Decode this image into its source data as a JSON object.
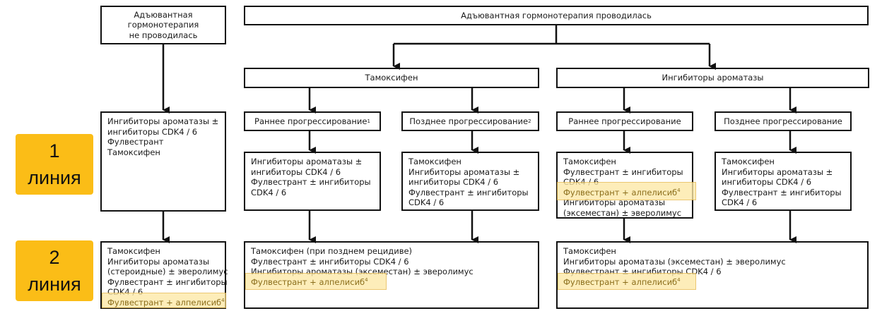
{
  "labels": {
    "line1": {
      "num": "1",
      "word": "линия"
    },
    "line2": {
      "num": "2",
      "word": "линия"
    }
  },
  "nodes": {
    "no_therapy": [
      "Адъювантная",
      "гормонотерапия",
      "не проводилась"
    ],
    "therapy_done": "Адъювантная гормонотерапия проводилась",
    "tamoxifen": "Тамоксифен",
    "ai": "Ингибиторы ароматазы",
    "tam_early": {
      "text": "Раннее прогрессирование",
      "sup": "1"
    },
    "tam_late": {
      "text": "Позднее прогрессирование",
      "sup": "2"
    },
    "ai_early": "Раннее прогрессирование",
    "ai_late": "Позднее прогрессирование"
  },
  "line1_boxes": {
    "no_therapy": [
      "Ингибиторы ароматазы ±",
      "ингибиторы CDK4 / 6",
      "Фулвестрант",
      "Тамоксифен"
    ],
    "tam_early": [
      "Ингибиторы ароматазы ±",
      "ингибиторы CDK4 / 6",
      "Фулвестрант ± ингибиторы",
      "CDK4 / 6"
    ],
    "tam_late": [
      "Тамоксифен",
      "Ингибиторы ароматазы ±",
      "ингибиторы CDK4 / 6",
      "Фулвестрант ± ингибиторы",
      "CDK4 / 6"
    ],
    "ai_early": [
      "Тамоксифен",
      "Фулвестрант ± ингибиторы",
      "CDK4 / 6"
    ],
    "ai_early_highlight": {
      "text": "Фулвестрант + алпелисиб",
      "sup": "4"
    },
    "ai_early_rest": [
      "Ингибиторы ароматазы",
      "(эксеместан) ± эверолимус"
    ],
    "ai_late": [
      "Тамоксифен",
      "Ингибиторы ароматазы ±",
      "ингибиторы CDK4 / 6",
      "Фулвестрант ± ингибиторы",
      "CDK4 / 6"
    ]
  },
  "line2_boxes": {
    "no_therapy": [
      "Тамоксифен",
      "Ингибиторы ароматазы",
      "(стероидные) ± эверолимус",
      "Фулвестрант ± ингибиторы",
      "CDK4 / 6"
    ],
    "no_therapy_highlight": {
      "text": "Фулвестрант + алпелисиб",
      "sup": "4"
    },
    "tamoxifen": [
      "Тамоксифен (при позднем рецидиве)",
      "Фулвестрант ± ингибиторы CDK4 / 6",
      "Ингибиторы ароматазы (эксеместан) ± эверолимус"
    ],
    "tamoxifen_highlight": {
      "text": "Фулвестрант + алпелисиб",
      "sup": "4"
    },
    "ai": [
      "Тамоксифен",
      "Ингибиторы ароматазы (эксеместан) ± эверолимус",
      "Фулвестрант ± ингибиторы CDK4 / 6"
    ],
    "ai_highlight": {
      "text": "Фулвестрант + алпелисиб",
      "sup": "4"
    }
  },
  "colors": {
    "label_bg": "#fbbd17",
    "highlight_bg": "#fde9a6",
    "highlight_border": "#e6b84a",
    "border": "#111111"
  }
}
